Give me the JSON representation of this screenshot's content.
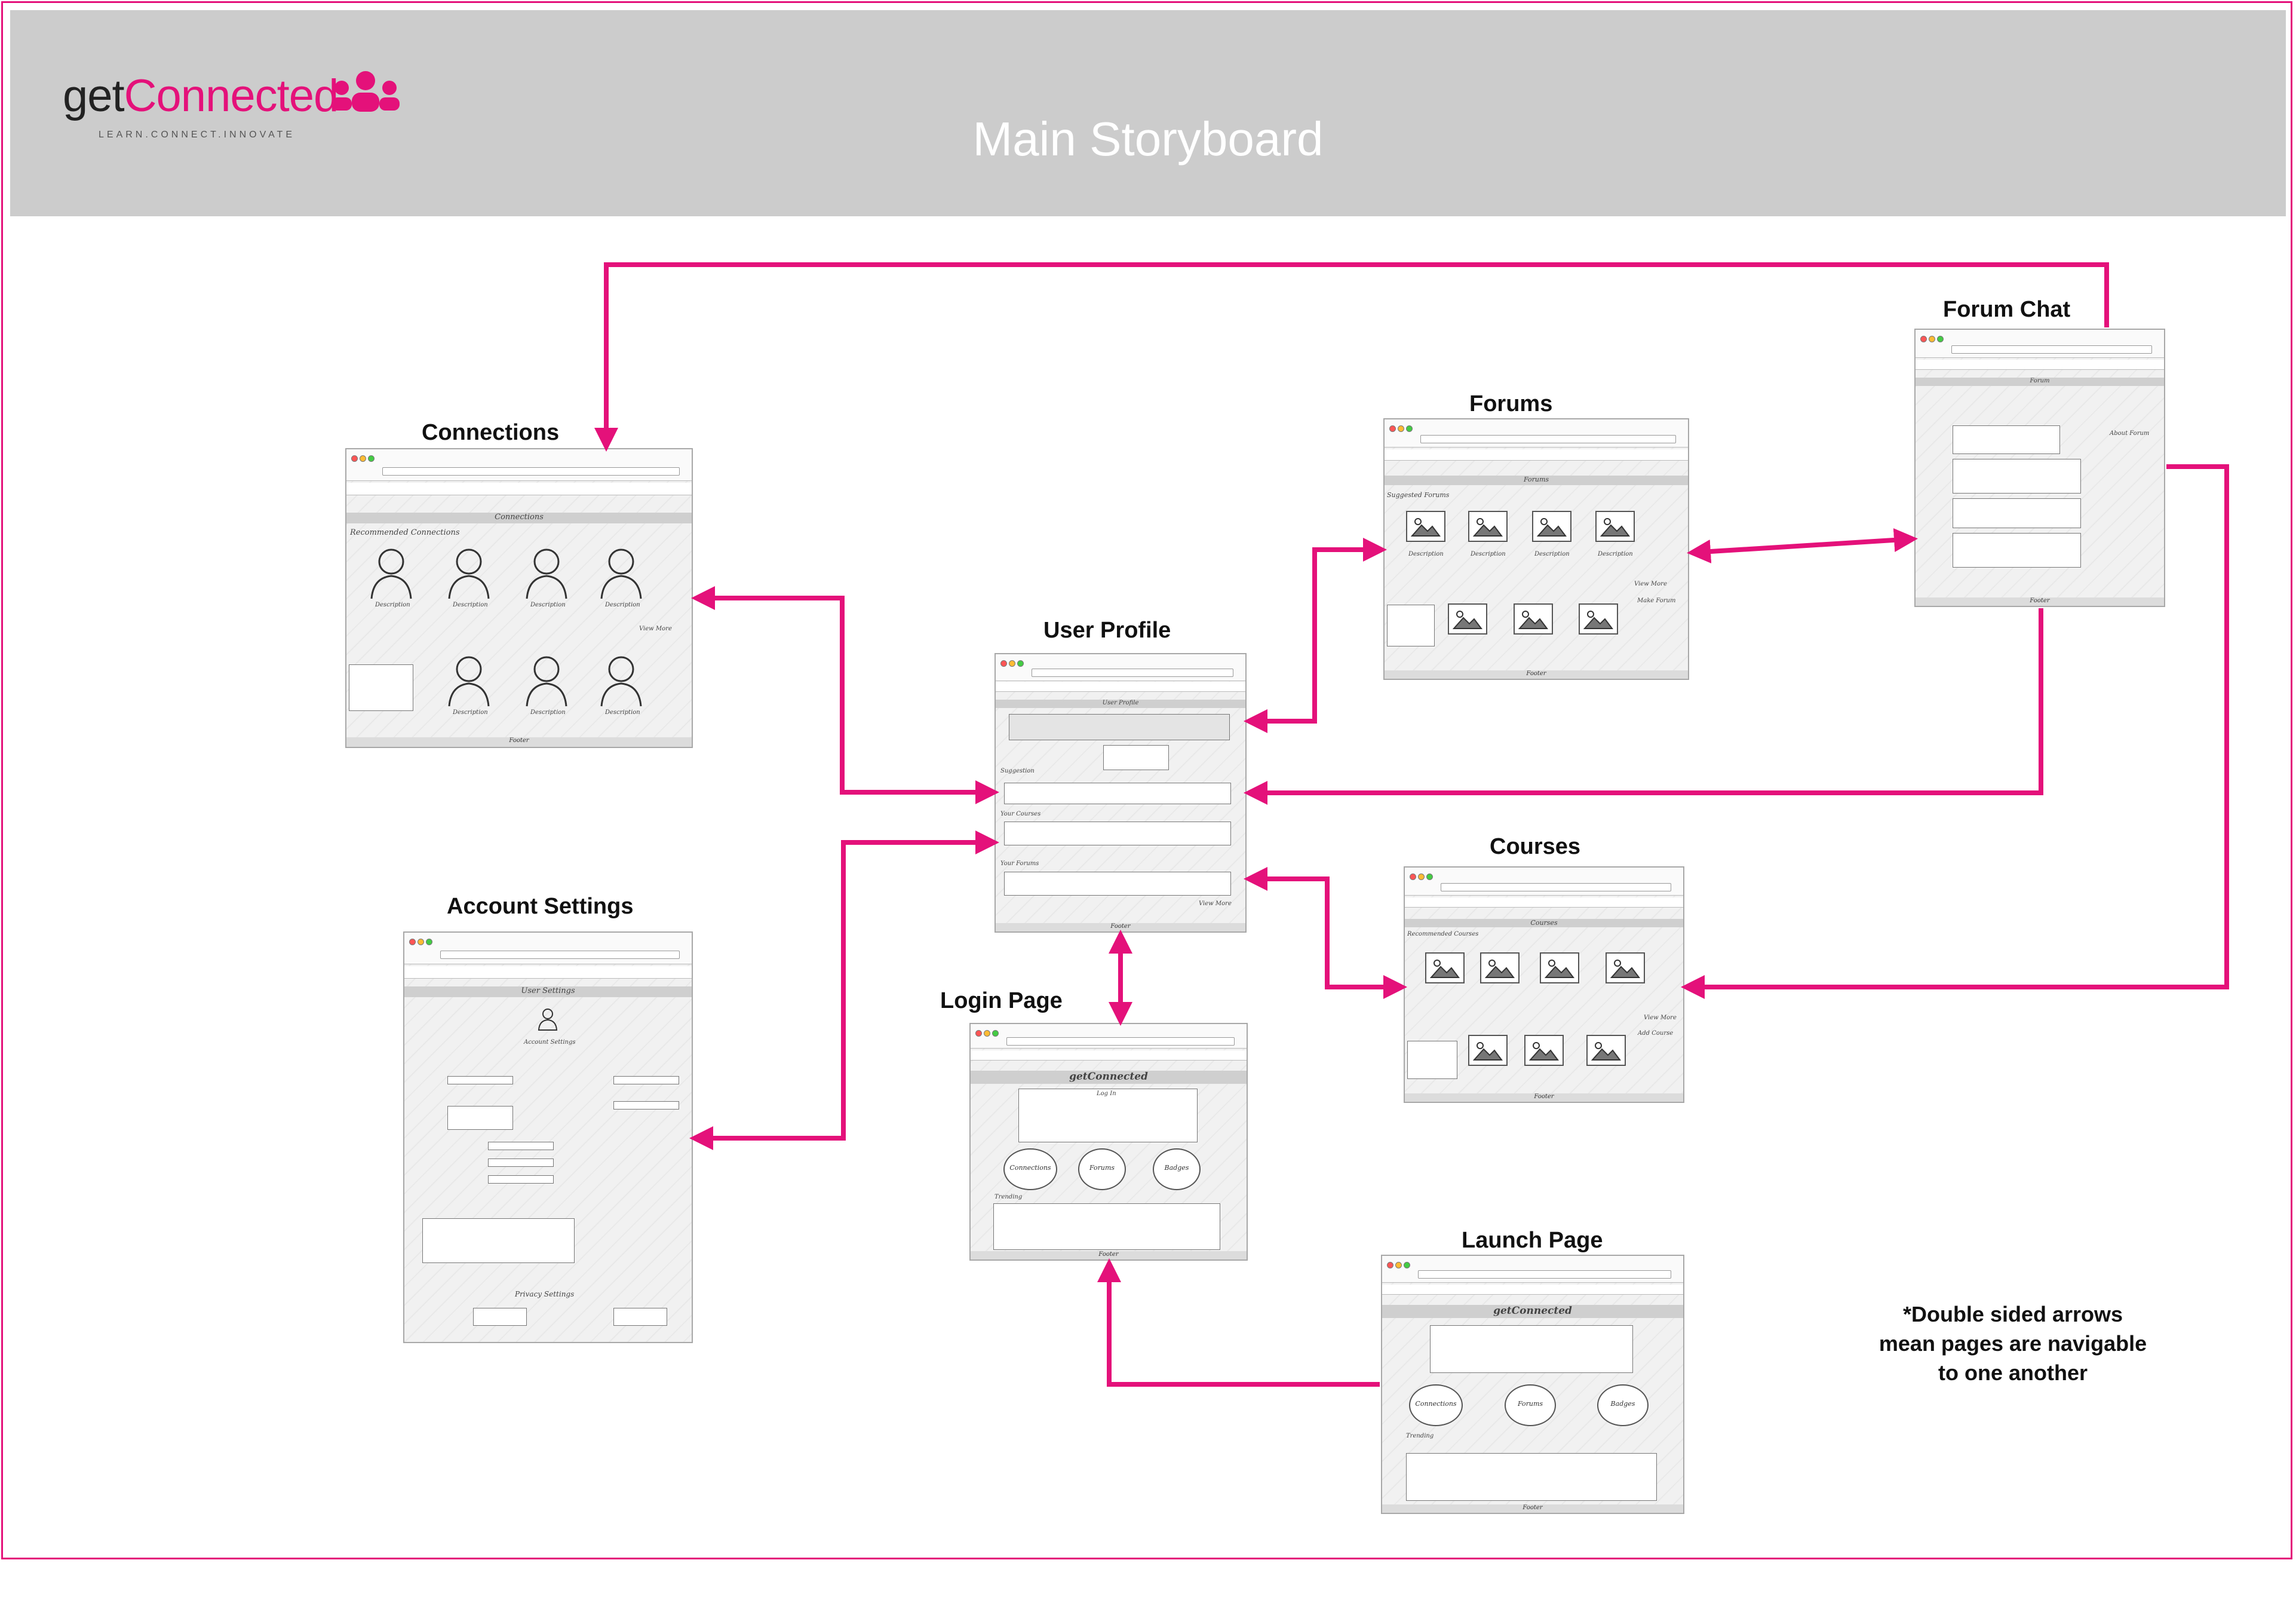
{
  "header": {
    "logo_prefix": "get",
    "logo_accent": "Connected",
    "logo_tagline": "LEARN.CONNECT.INNOVATE",
    "title": "Main Storyboard"
  },
  "pages": {
    "connections": "Connections",
    "account_settings": "Account Settings",
    "user_profile": "User Profile",
    "login_page": "Login Page",
    "forums": "Forums",
    "forum_chat": "Forum Chat",
    "courses": "Courses",
    "launch_page": "Launch Page"
  },
  "wireframe_text": {
    "connections_bar": "Connections",
    "recommended_connections": "Recommended Connections",
    "description": "Description",
    "view_more": "View More",
    "footer": "Footer",
    "user_profile_bar": "User Profile",
    "suggestion": "Suggestion",
    "your_courses": "Your Courses",
    "your_forums": "Your Forums",
    "forums_bar": "Forums",
    "suggested_forums": "Suggested Forums",
    "make_forum": "Make Forum",
    "courses_bar": "Courses",
    "recommended_courses": "Recommended Courses",
    "add_course": "Add Course",
    "forum_bar": "Forum",
    "about_forum": "About Forum",
    "user_settings_bar": "User Settings",
    "account_settings": "Account Settings",
    "privacy_settings": "Privacy Settings",
    "login_brand": "getConnected",
    "log_in": "Log In",
    "connections_circle": "Connections",
    "forums_circle": "Forums",
    "badges_circle": "Badges",
    "trending": "Trending"
  },
  "note": {
    "line1": "*Double sided arrows",
    "line2": "mean pages are navigable",
    "line3": "to one another"
  },
  "colors": {
    "accent": "#e4117a",
    "header_bg": "#cccccc",
    "header_title": "#ffffff"
  }
}
